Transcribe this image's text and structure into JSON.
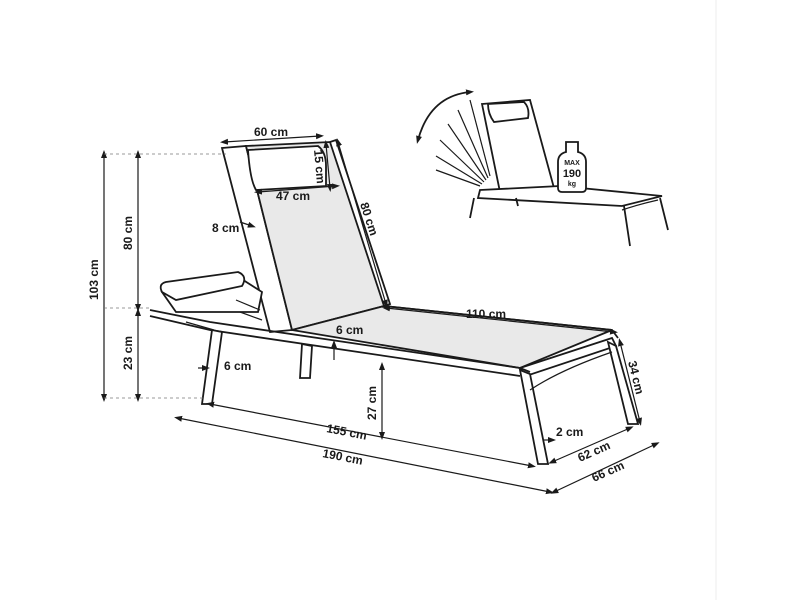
{
  "diagram": {
    "dimensions": {
      "width_top": "60 cm",
      "pillow_depth": "15 cm",
      "back_width": "47 cm",
      "back_length": "80 cm",
      "frame_thickness": "8 cm",
      "total_height": "103 cm",
      "back_height": "80 cm",
      "seat_height_side": "23 cm",
      "seat_length": "110 cm",
      "seat_clearance": "6 cm",
      "leg_thickness": "6 cm",
      "leg_height": "27 cm",
      "inner_length": "155 cm",
      "total_length": "190 cm",
      "end_height": "34 cm",
      "leg_width": "2 cm",
      "inner_width": "62 cm",
      "total_width": "66 cm"
    },
    "weight_badge": {
      "max_label": "MAX",
      "value": "190",
      "unit": "kg"
    },
    "colors": {
      "stroke": "#1a1a1a",
      "background": "#ffffff",
      "fabric": "#e9e9e9"
    }
  }
}
